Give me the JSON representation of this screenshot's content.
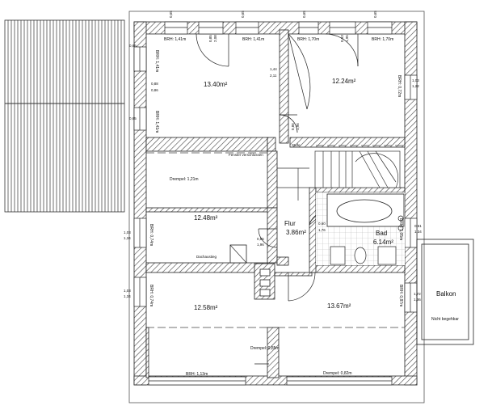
{
  "rooms": {
    "r1_area": "13.40m²",
    "r2_area": "12.24m²",
    "r3_area": "12.48m²",
    "r4_area": "12.58m²",
    "r5_area": "13.67m²",
    "flur_name": "Flur",
    "flur_area": "3.86m²",
    "bad_name": "Bad",
    "bad_area": "6.14m²",
    "balkon": "Balkon",
    "balkon_note": "Nicht begehbar"
  },
  "labels": {
    "brh_141_a": "BRH: 1,41m",
    "brh_141_b": "BRH: 1,41m",
    "brh_170_a": "BRH: 1,70m",
    "brh_170_b": "BRH: 1,70m",
    "brh_141_c": "BRH: 1,41m",
    "brh_141_d": "BRH: 1,41m",
    "brh_072": "BRH: 0,72m",
    "brh_074_a": "BRH: 0,74m",
    "brh_074_b": "BRH: 0,74m",
    "brh_105": "BRH: 1,05m",
    "brh_087": "BRH: 0,87m",
    "brh_113": "BRH: 1,13m",
    "drempel_121": "Drempel: 1,21m",
    "drempel_085": "Drempel: 0,85m",
    "drempel_082": "Drempel: 0,82m",
    "fenster": "Fenster verschlossen",
    "stufe": "Stufe",
    "dachaustieg": "Dachaustieg",
    "d_065_a": "0,65",
    "d_065_b": "0,65",
    "d_065_c": "0,65",
    "d_065_d": "0,65",
    "d_065_e": "0,65",
    "d_065_f": "0,65",
    "d_088": "0,88",
    "d_211": "2,11",
    "d_086_a": "0,86",
    "d_086_b": "0,86",
    "d_144": "1,44",
    "d_103": "1,03",
    "d_122": "1,22",
    "d_208": "2,08",
    "d_093": "0,93",
    "d_195": "1,95",
    "d_085_a": "0,85",
    "d_085_b": "0,85",
    "d_196_a": "1,96",
    "d_196_b": "1,96",
    "d_060": "0,60",
    "d_176": "1,76",
    "d_061": "0,61",
    "d_134_a": "1,34",
    "d_134_b": "1,34",
    "d_134_c": "1,34",
    "d_172": "1,72",
    "d_136": "1,36",
    "d_103_b": "1,03",
    "d_103_c": "1,03"
  }
}
